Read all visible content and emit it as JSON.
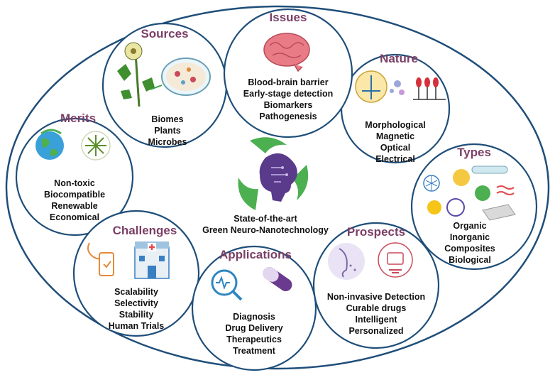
{
  "colors": {
    "border": "#1f4e79",
    "title": "#7b3f66",
    "text": "#111111",
    "leaf": "#5cb85c"
  },
  "center": {
    "line1": "State-of-the-art",
    "line2": "Green Neuro-Nanotechnology",
    "icon": "brain-circuit-recycle-icon"
  },
  "sections": {
    "issues": {
      "title": "Issues",
      "items": [
        "Blood-brain barrier",
        "Early-stage detection",
        "Biomarkers",
        "Pathogenesis"
      ],
      "icon": "brain-icon"
    },
    "sources": {
      "title": "Sources",
      "items": [
        "Biomes",
        "Plants",
        "Microbes"
      ],
      "icon": "plant-petri-dish-icon"
    },
    "nature": {
      "title": "Nature",
      "items": [
        "Morphological",
        "Magnetic",
        "Optical",
        "Electrical"
      ],
      "icon": "nanoparticle-interaction-icon"
    },
    "merits": {
      "title": "Merits",
      "items": [
        "Non-toxic",
        "Biocompatible",
        "Renewable",
        "Economical"
      ],
      "icon": "eco-globe-icon"
    },
    "types": {
      "title": "Types",
      "items": [
        "Organic",
        "Inorganic",
        "Composites",
        "Biological"
      ],
      "icon": "nanostructures-icon"
    },
    "challenges": {
      "title": "Challenges",
      "items": [
        "Scalability",
        "Selectivity",
        "Stability",
        "Human Trials"
      ],
      "icon": "hospital-icon"
    },
    "applications": {
      "title": "Applications",
      "items": [
        "Diagnosis",
        "Drug Delivery",
        "Therapeutics",
        "Treatment"
      ],
      "icon": "diagnosis-capsule-icon"
    },
    "prospects": {
      "title": "Prospects",
      "items": [
        "Non-invasive Detection",
        "Curable drugs",
        "Intelligent",
        "Personalized"
      ],
      "icon": "nasal-delivery-icon"
    }
  }
}
